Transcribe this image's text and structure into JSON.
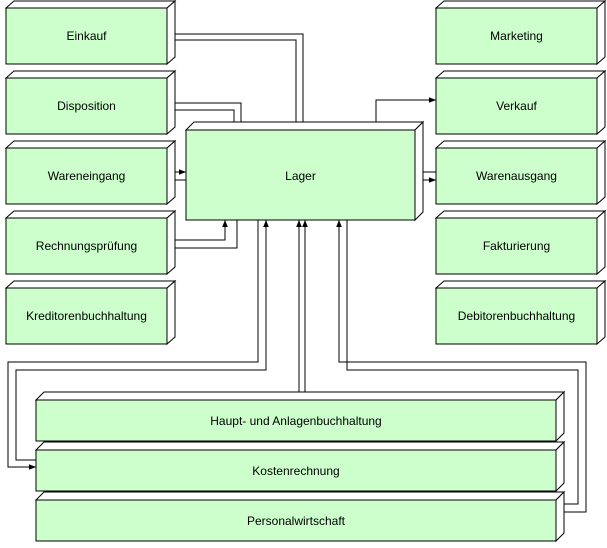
{
  "diagram": {
    "boxes": {
      "einkauf": "Einkauf",
      "disposition": "Disposition",
      "wareneingang": "Wareneingang",
      "rechnungspruefung": "Rechnungsprüfung",
      "kreditorenbuchhaltung": "Kreditorenbuchhaltung",
      "marketing": "Marketing",
      "verkauf": "Verkauf",
      "warenausgang": "Warenausgang",
      "fakturierung": "Fakturierung",
      "debitorenbuchhaltung": "Debitorenbuchhaltung",
      "lager": "Lager",
      "haupt_anlagenbuchhaltung": "Haupt- und Anlagenbuchhaltung",
      "kostenrechnung": "Kostenrechnung",
      "personalwirtschaft": "Personalwirtschaft"
    },
    "colors": {
      "box_fill": "#ccffcc",
      "line": "#000000"
    }
  }
}
